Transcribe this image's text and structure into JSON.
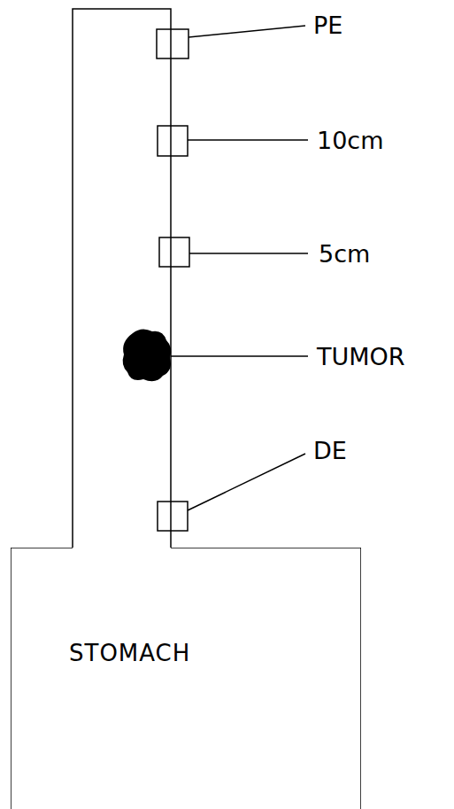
{
  "diagram": {
    "nodes": [
      {
        "text": [
          "STOMACH"
        ]
      }
    ],
    "labels": [
      "PE",
      "10cm",
      "5cm",
      "TUMOR",
      "DE"
    ]
  }
}
